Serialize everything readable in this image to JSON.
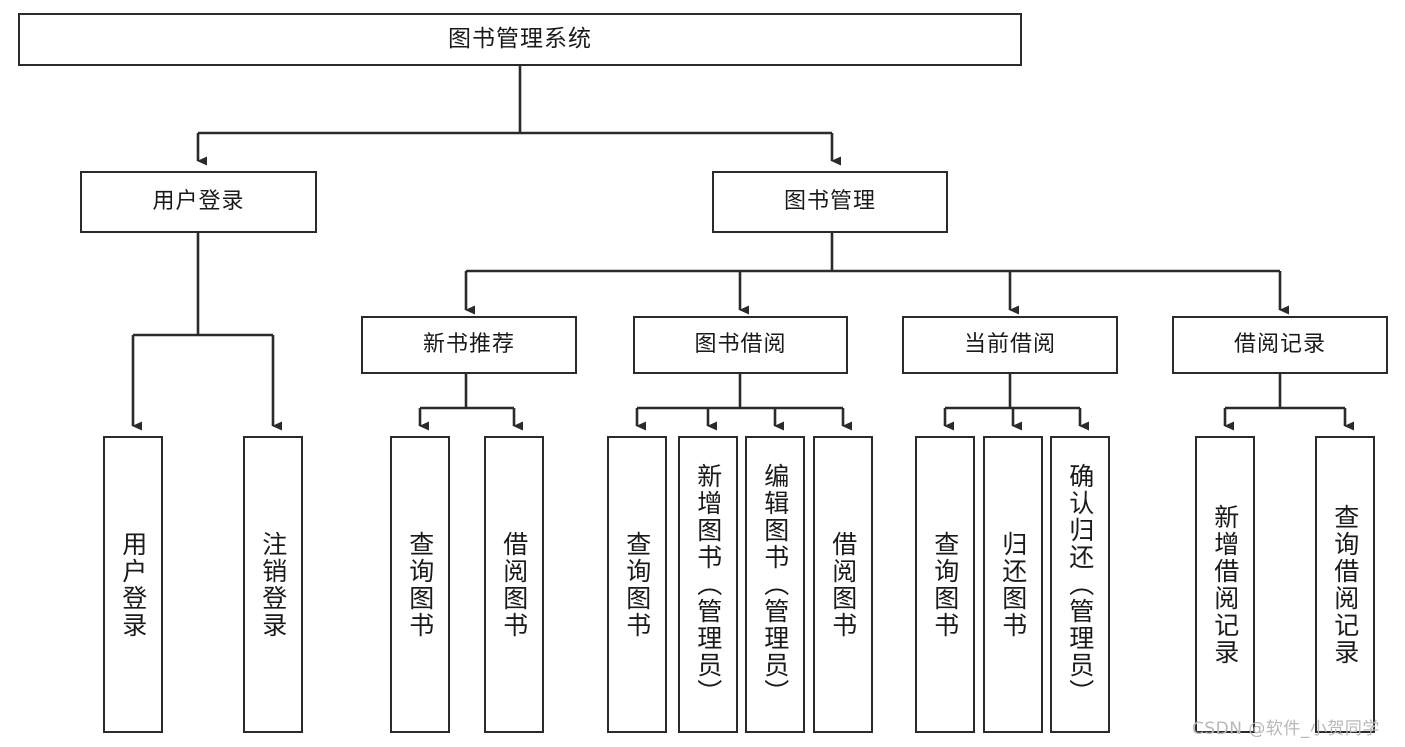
{
  "diagram": {
    "title": "图书管理系统",
    "watermark": "CSDN @软件_小贺同学",
    "colors": {
      "stroke": "#2b2b2b",
      "fill": "#ffffff",
      "text": "#1a1a1a",
      "watermark": "#b8b8b8"
    },
    "root": {
      "label": "图书管理系统"
    },
    "level2": [
      {
        "label": "用户登录"
      },
      {
        "label": "图书管理"
      }
    ],
    "level3": [
      {
        "label": "新书推荐"
      },
      {
        "label": "图书借阅"
      },
      {
        "label": "当前借阅"
      },
      {
        "label": "借阅记录"
      }
    ],
    "leaves": {
      "user_login": [
        {
          "label": "用户登录"
        },
        {
          "label": "注销登录"
        }
      ],
      "new_book": [
        {
          "label": "查询图书"
        },
        {
          "label": "借阅图书"
        }
      ],
      "book_borrow": [
        {
          "label": "查询图书"
        },
        {
          "label": "新增图书（管理员）"
        },
        {
          "label": "编辑图书（管理员）"
        },
        {
          "label": "借阅图书"
        }
      ],
      "current_borrow": [
        {
          "label": "查询图书"
        },
        {
          "label": "归还图书"
        },
        {
          "label": "确认归还（管理员）"
        }
      ],
      "borrow_record": [
        {
          "label": "新增借阅记录"
        },
        {
          "label": "查询借阅记录"
        }
      ]
    }
  }
}
